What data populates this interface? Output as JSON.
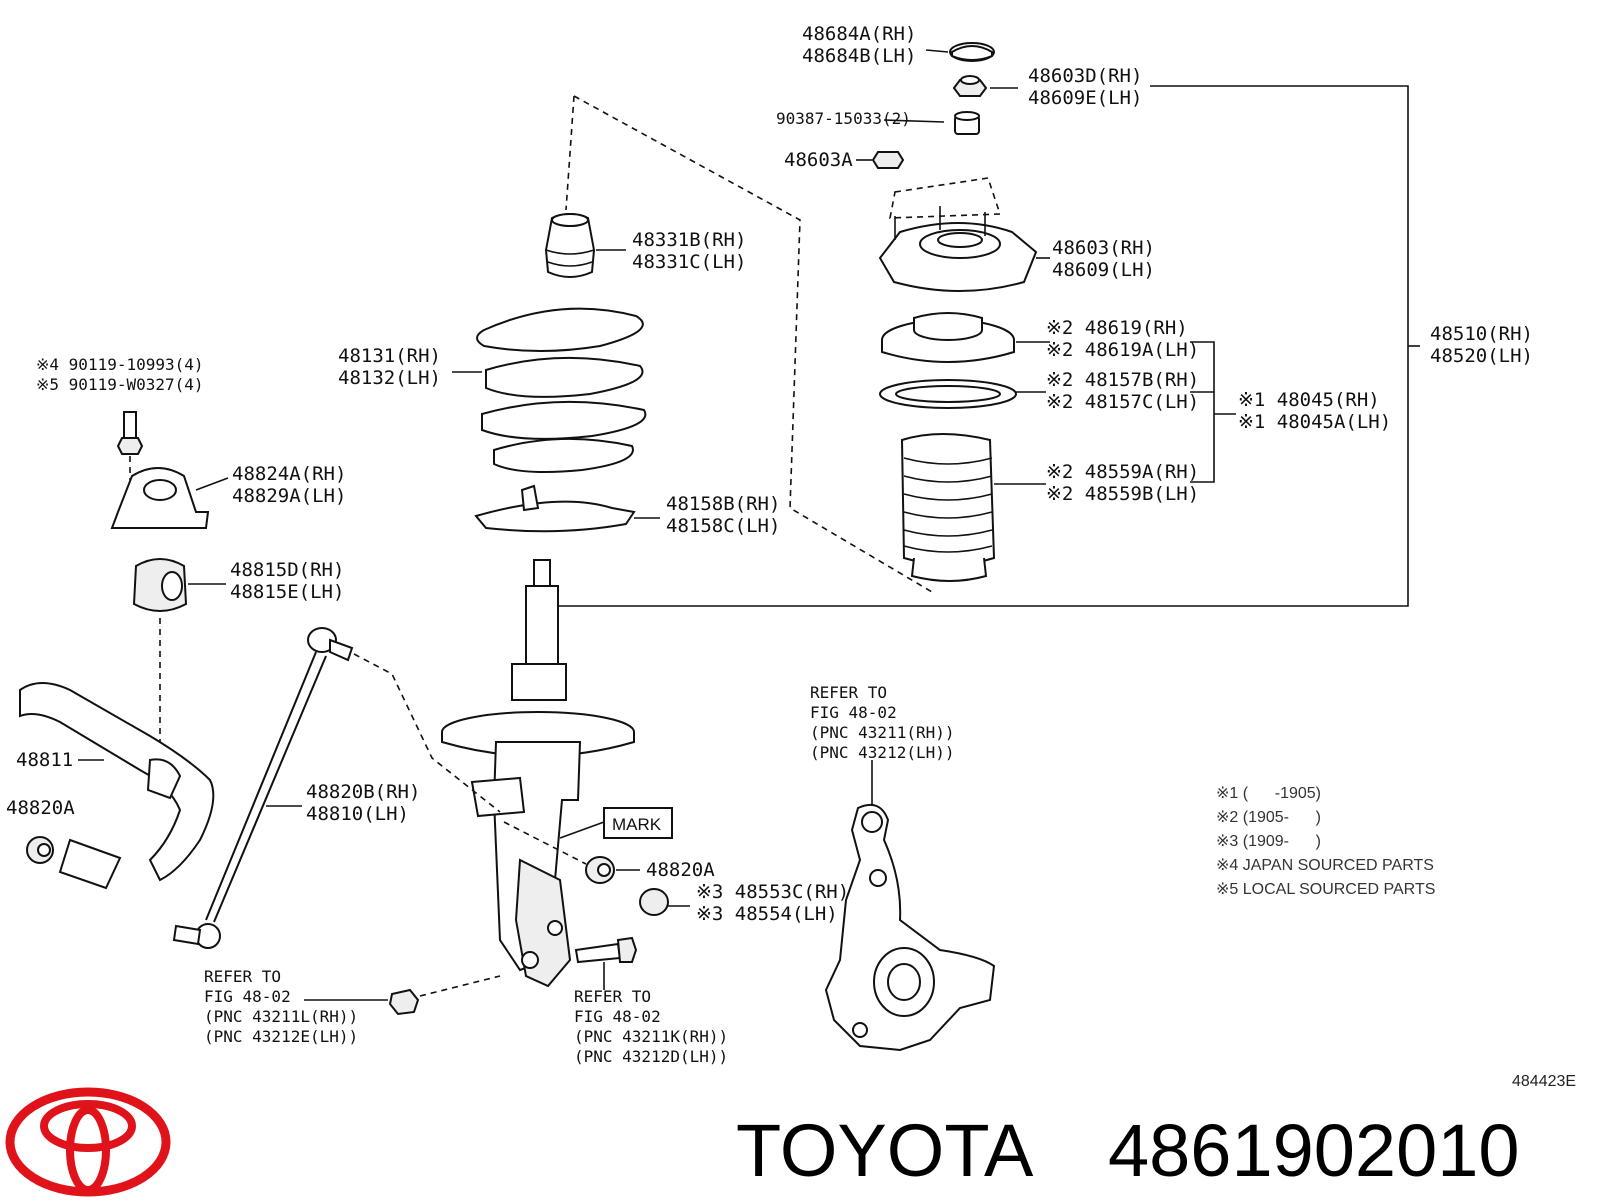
{
  "parts": {
    "p48684a": "48684A(RH)",
    "p48684b": "48684B(LH)",
    "p48603d": "48603D(RH)",
    "p48609e": "48609E(LH)",
    "p90387": "90387-15033(2)",
    "p48603a": "48603A",
    "p48331b": "48331B(RH)",
    "p48331c": "48331C(LH)",
    "p48603": "48603(RH)",
    "p48609": "48609(LH)",
    "p48619": "※2 48619(RH)",
    "p48619a": "※2 48619A(LH)",
    "p48157b": "※2 48157B(RH)",
    "p48157c": "※2 48157C(LH)",
    "p48045": "※1 48045(RH)",
    "p48045a": "※1 48045A(LH)",
    "p48559a": "※2 48559A(RH)",
    "p48559b": "※2 48559B(LH)",
    "p48510": "48510(RH)",
    "p48520": "48520(LH)",
    "p48131": "48131(RH)",
    "p48132": "48132(LH)",
    "p90119a": "※4 90119-10993(4)",
    "p90119b": "※5 90119-W0327(4)",
    "p48824a": "48824A(RH)",
    "p48829a": "48829A(LH)",
    "p48158b": "48158B(RH)",
    "p48158c": "48158C(LH)",
    "p48815d": "48815D(RH)",
    "p48815e": "48815E(LH)",
    "p48811": "48811",
    "p48820a_left": "48820A",
    "p48820b": "48820B(RH)",
    "p48810": "48810(LH)",
    "p48820a_mid": "48820A",
    "p48553c": "※3 48553C(RH)",
    "p48554": "※3 48554(LH)"
  },
  "refer_knuckle": [
    "REFER TO",
    "FIG 48-02",
    "(PNC 43211(RH))",
    "(PNC 43212(LH))"
  ],
  "refer_link": [
    "REFER TO",
    "FIG 48-02",
    "(PNC 43211L(RH))",
    "(PNC 43212E(LH))"
  ],
  "refer_bolt": [
    "REFER TO",
    "FIG 48-02",
    "(PNC 43211K(RH))",
    "(PNC 43212D(LH))"
  ],
  "mark_label": "MARK",
  "notes": [
    "※1 (      -1905)",
    "※2 (1905-      )",
    "※3 (1909-      )",
    "※4 JAPAN SOURCED PARTS",
    "※5 LOCAL SOURCED PARTS"
  ],
  "diagram_code": "484423E",
  "brand_name": "TOYOTA",
  "part_number": "4861902010",
  "colors": {
    "logo_red": "#e0121a",
    "line": "#111111"
  }
}
